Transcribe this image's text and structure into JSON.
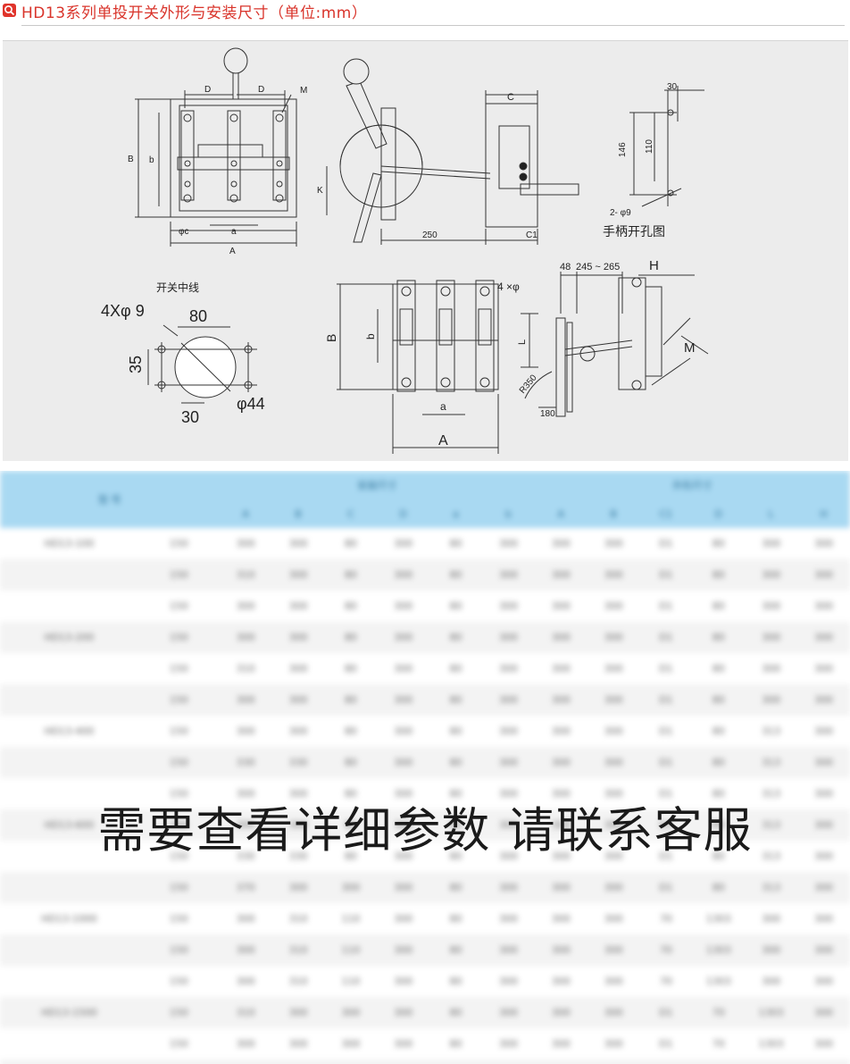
{
  "header": {
    "title": "HD13系列单投开关外形与安装尺寸（单位:mm）",
    "icon": "search-icon",
    "accent_color": "#d9342b"
  },
  "drawing": {
    "side_labels": {
      "C": "C",
      "C1": "C1",
      "K": "K",
      "len250": "250"
    },
    "front_labels": {
      "D1": "D",
      "D2": "D",
      "M": "M",
      "B": "B",
      "b": "b",
      "phic": "φc",
      "a": "a",
      "A": "A"
    },
    "handle_hole": {
      "w30": "30",
      "h146": "146",
      "h110": "110",
      "holes": "2- φ9",
      "caption": "手柄开孔图"
    },
    "center": {
      "caption": "开关中线",
      "holes": "4Xφ 9",
      "d80": "80",
      "d35": "35",
      "d30": "30",
      "phi44": "φ44"
    },
    "three_pole": {
      "B": "B",
      "b": "b",
      "a": "a",
      "A": "A",
      "holes": "4 ×φ",
      "L": "L"
    },
    "mount": {
      "d48": "48",
      "range": "245 ~ 265",
      "H": "H",
      "M": "M",
      "R350": "R350",
      "d180": "180"
    }
  },
  "table": {
    "group1": "安装尺寸",
    "group2": "外形尺寸",
    "model_header": "型 号",
    "sub_headers": [
      "A",
      "B",
      "C",
      "D",
      "a",
      "b",
      "A",
      "B",
      "C1",
      "D",
      "L",
      "H"
    ],
    "rows": [
      {
        "model": "HD13-100",
        "cells": [
          "150",
          "300",
          "300",
          "80",
          "300",
          "80",
          "300",
          "300",
          "300",
          "D1",
          "80",
          "300",
          "300"
        ]
      },
      {
        "model": "",
        "cells": [
          "150",
          "310",
          "300",
          "80",
          "300",
          "80",
          "300",
          "300",
          "300",
          "D1",
          "80",
          "300",
          "300"
        ]
      },
      {
        "model": "",
        "cells": [
          "150",
          "300",
          "300",
          "80",
          "300",
          "80",
          "300",
          "300",
          "300",
          "D1",
          "80",
          "300",
          "300"
        ]
      },
      {
        "model": "HD13-200",
        "cells": [
          "150",
          "300",
          "300",
          "80",
          "300",
          "80",
          "300",
          "300",
          "300",
          "D1",
          "80",
          "300",
          "300"
        ]
      },
      {
        "model": "",
        "cells": [
          "150",
          "310",
          "300",
          "80",
          "300",
          "80",
          "300",
          "300",
          "300",
          "D1",
          "80",
          "300",
          "300"
        ]
      },
      {
        "model": "",
        "cells": [
          "150",
          "300",
          "300",
          "80",
          "300",
          "80",
          "300",
          "300",
          "300",
          "D1",
          "80",
          "300",
          "300"
        ]
      },
      {
        "model": "HD13-400",
        "cells": [
          "150",
          "300",
          "300",
          "80",
          "300",
          "80",
          "300",
          "300",
          "300",
          "D1",
          "80",
          "313",
          "300"
        ]
      },
      {
        "model": "",
        "cells": [
          "150",
          "330",
          "330",
          "80",
          "300",
          "80",
          "300",
          "300",
          "300",
          "D1",
          "80",
          "313",
          "300"
        ]
      },
      {
        "model": "",
        "cells": [
          "150",
          "300",
          "300",
          "80",
          "300",
          "80",
          "300",
          "300",
          "300",
          "D1",
          "80",
          "313",
          "300"
        ]
      },
      {
        "model": "HD13-600",
        "cells": [
          "150",
          "300",
          "300",
          "80",
          "300",
          "80",
          "300",
          "300",
          "300",
          "D1",
          "80",
          "313",
          "300"
        ]
      },
      {
        "model": "",
        "cells": [
          "150",
          "330",
          "330",
          "80",
          "300",
          "80",
          "300",
          "300",
          "300",
          "D1",
          "80",
          "313",
          "300"
        ]
      },
      {
        "model": "",
        "cells": [
          "150",
          "370",
          "300",
          "300",
          "300",
          "80",
          "300",
          "300",
          "300",
          "D1",
          "80",
          "313",
          "300"
        ]
      },
      {
        "model": "HD13-1000",
        "cells": [
          "150",
          "300",
          "310",
          "110",
          "300",
          "80",
          "300",
          "300",
          "300",
          "70",
          "1303",
          "300",
          "300"
        ]
      },
      {
        "model": "",
        "cells": [
          "150",
          "300",
          "310",
          "110",
          "300",
          "80",
          "300",
          "300",
          "300",
          "70",
          "1303",
          "300",
          "300"
        ]
      },
      {
        "model": "",
        "cells": [
          "150",
          "300",
          "310",
          "110",
          "300",
          "80",
          "300",
          "300",
          "300",
          "70",
          "1303",
          "300",
          "300"
        ]
      },
      {
        "model": "HD13-1500",
        "cells": [
          "150",
          "310",
          "300",
          "300",
          "300",
          "80",
          "300",
          "300",
          "300",
          "D1",
          "70",
          "1303",
          "300"
        ]
      },
      {
        "model": "",
        "cells": [
          "150",
          "300",
          "300",
          "300",
          "300",
          "80",
          "300",
          "300",
          "300",
          "D1",
          "70",
          "1303",
          "300"
        ]
      },
      {
        "model": "",
        "cells": [
          "150",
          "300",
          "300",
          "300",
          "300",
          "80",
          "300",
          "300",
          "300",
          "D1",
          "70",
          "1303",
          "300"
        ]
      }
    ]
  },
  "notice": "需要查看详细参数 请联系客服"
}
